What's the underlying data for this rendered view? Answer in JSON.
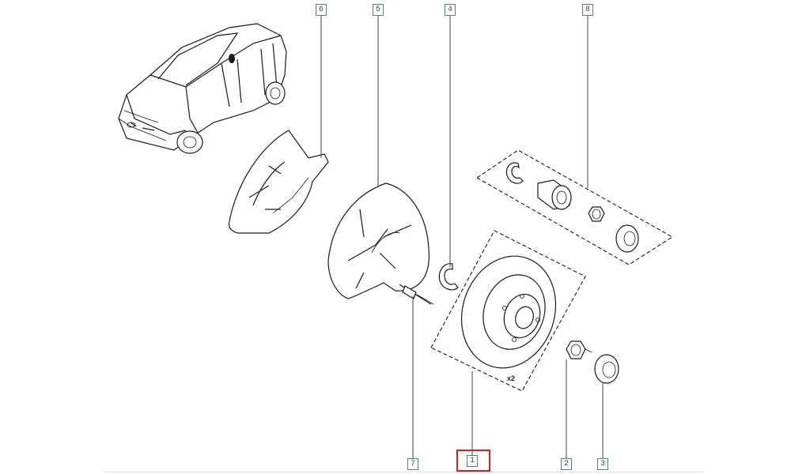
{
  "callouts": {
    "c1": "1",
    "c2": "2",
    "c3": "3",
    "c4": "4",
    "c5": "5",
    "c6": "6",
    "c7": "7",
    "c8": "8"
  },
  "quantity_label": "x2",
  "selected_callout": "1",
  "colors": {
    "selection": "#e31b1b",
    "callout_border": "#5a7d8c",
    "line": "#1a1a1a"
  }
}
